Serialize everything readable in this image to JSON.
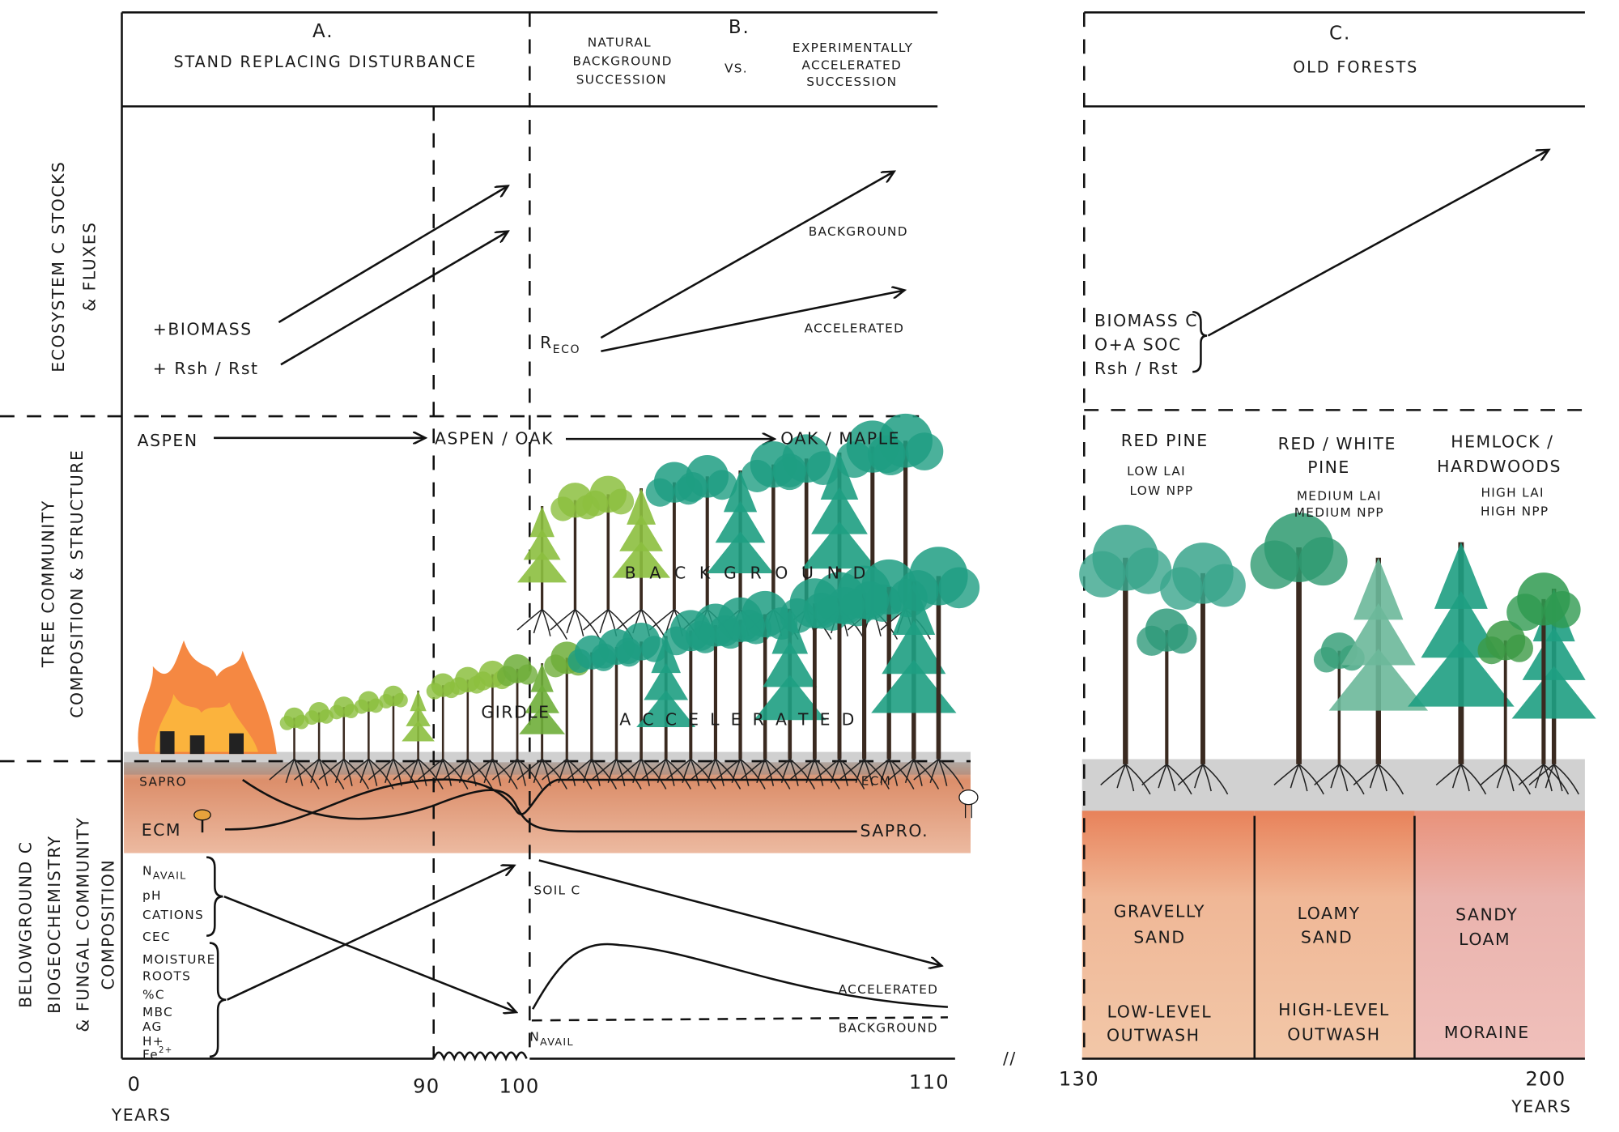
{
  "panels": {
    "a": {
      "letter": "A.",
      "title": "STAND REPLACING DISTURBANCE"
    },
    "b": {
      "letter": "B.",
      "left": [
        "NATURAL",
        "BACKGROUND",
        "SUCCESSION"
      ],
      "vs": "VS.",
      "right": [
        "EXPERIMENTALLY",
        "ACCELERATED",
        "SUCCESSION"
      ]
    },
    "c": {
      "letter": "C.",
      "title": "OLD FORESTS"
    }
  },
  "row_labels": {
    "ecosystem": [
      "ECOSYSTEM C STOCKS",
      "& FLUXES"
    ],
    "tree": [
      "TREE COMMUNITY",
      "COMPOSITION & STRUCTURE"
    ],
    "belowground": [
      "BELOWGROUND C",
      "BIOGEOCHEMISTRY",
      "& FUNGAL COMMUNITY",
      "COMPOSITION"
    ]
  },
  "ecosystem": {
    "biomass": "+BIOMASS",
    "rsh": "+ Rsh / Rst",
    "reco": "R",
    "reco_sub": "ECO",
    "background": "BACKGROUND",
    "accelerated": "ACCELERATED",
    "old": [
      "BIOMASS C",
      "O+A SOC",
      "Rsh / Rst"
    ]
  },
  "trees": {
    "aspen": "ASPEN",
    "aspen_oak": "ASPEN / OAK",
    "oak_maple": "OAK / MAPLE",
    "background": "B A C K G R O U N D",
    "girdle": "GIRDLE",
    "accelerated": "A C C E L E R A T E D",
    "old": [
      {
        "name": [
          "RED PINE"
        ],
        "lai": "LOW LAI",
        "npp": "LOW NPP"
      },
      {
        "name": [
          "RED / WHITE",
          "PINE"
        ],
        "lai": "MEDIUM LAI",
        "npp": "MEDIUM NPP"
      },
      {
        "name": [
          "HEMLOCK /",
          "HARDWOODS"
        ],
        "lai": "HIGH LAI",
        "npp": "HIGH NPP"
      }
    ]
  },
  "fungi": {
    "sapro_left": "SAPRO",
    "ecm_left": "ECM",
    "ecm_right": "ECM",
    "sapro_right": "SAPRO."
  },
  "belowground": {
    "group1": [
      "N",
      "pH",
      "CATIONS",
      "CEC"
    ],
    "group1_sub": "AVAIL",
    "group2": [
      "MOISTURE",
      "ROOTS",
      "%C",
      "MBC",
      "AG",
      "H+",
      "Fe"
    ],
    "fe_sup": "2+",
    "soil_c": "SOIL C",
    "accelerated": "ACCELERATED",
    "background": "BACKGROUND",
    "navail": "N",
    "navail_sub": "AVAIL"
  },
  "soils": [
    {
      "texture": [
        "GRAVELLY",
        "SAND"
      ],
      "origin": [
        "LOW-LEVEL",
        "OUTWASH"
      ]
    },
    {
      "texture": [
        "LOAMY",
        "SAND"
      ],
      "origin": [
        "HIGH-LEVEL",
        "OUTWASH"
      ]
    },
    {
      "texture": [
        "SANDY",
        "LOAM"
      ],
      "origin": [
        "MORAINE"
      ]
    }
  ],
  "axis": {
    "ticks": [
      "0",
      "90",
      "100",
      "110",
      "130",
      "200"
    ],
    "unit": "YEARS",
    "break": "//"
  },
  "colors": {
    "soil": "#e39a72",
    "soil_pink": "#e8b0a8",
    "leaf_light": "#8cbf3f",
    "leaf_teal": "#1e9e82",
    "fire": "#f26b2a",
    "ink": "#111111"
  }
}
